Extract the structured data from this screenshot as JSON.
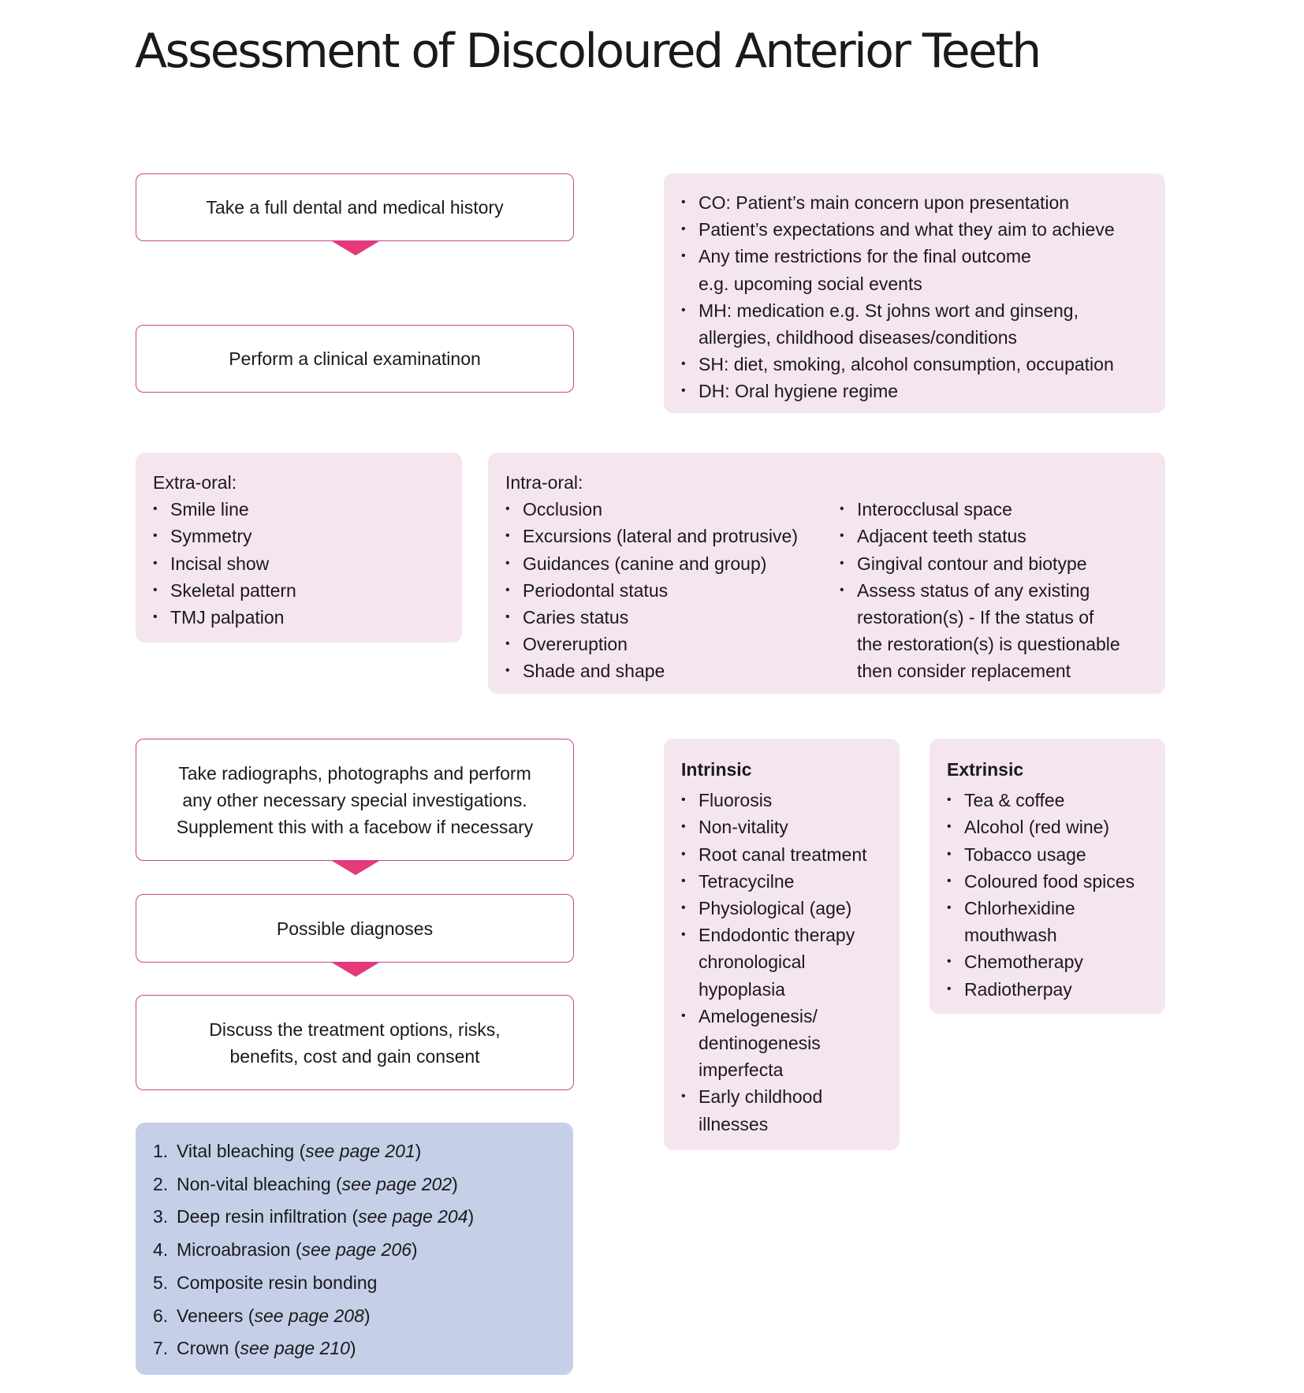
{
  "title": "Assessment of Discoloured Anterior Teeth",
  "flow": {
    "history": "Take a full dental and medical history",
    "exam": "Perform a clinical examinatinon",
    "radiographs": [
      "Take radiographs, photographs and perform",
      "any other necessary special investigations.",
      "Supplement this with a facebow if necessary"
    ],
    "diagnoses": "Possible diagnoses",
    "discuss": [
      "Discuss the treatment options, risks,",
      "benefits, cost and gain consent"
    ]
  },
  "history_details": [
    [
      "CO: Patient’s main concern upon presentation"
    ],
    [
      "Patient’s expectations and what they aim to achieve"
    ],
    [
      "Any time restrictions for the final outcome",
      "e.g. upcoming social events"
    ],
    [
      "MH: medication e.g. St johns wort and ginseng,",
      "allergies, childhood diseases/conditions"
    ],
    [
      "SH: diet, smoking, alcohol consumption, occupation"
    ],
    [
      "DH: Oral hygiene regime"
    ]
  ],
  "extra_oral": {
    "heading": "Extra-oral:",
    "items": [
      "Smile line",
      "Symmetry",
      "Incisal show",
      "Skeletal pattern",
      "TMJ palpation"
    ]
  },
  "intra_oral": {
    "heading": "Intra-oral:",
    "col1": [
      "Occlusion",
      "Excursions (lateral and protrusive)",
      "Guidances (canine and group)",
      "Periodontal status",
      "Caries status",
      "Overeruption",
      "Shade and shape"
    ],
    "col2": [
      [
        "Interocclusal space"
      ],
      [
        "Adjacent teeth status"
      ],
      [
        "Gingival contour and biotype"
      ],
      [
        "Assess status of any existing",
        "restoration(s) - If the status of",
        "the restoration(s) is questionable",
        "then consider replacement"
      ]
    ]
  },
  "intrinsic": {
    "heading": "Intrinsic",
    "items": [
      [
        "Fluorosis"
      ],
      [
        "Non-vitality"
      ],
      [
        "Root canal treatment"
      ],
      [
        "Tetracycilne"
      ],
      [
        "Physiological (age)"
      ],
      [
        "Endodontic therapy",
        "chronological",
        "hypoplasia"
      ],
      [
        "Amelogenesis/",
        "dentinogenesis",
        "imperfecta"
      ],
      [
        "Early childhood",
        "illnesses"
      ]
    ]
  },
  "extrinsic": {
    "heading": "Extrinsic",
    "items": [
      [
        "Tea & coffee"
      ],
      [
        "Alcohol (red wine)"
      ],
      [
        "Tobacco usage"
      ],
      [
        "Coloured food spices"
      ],
      [
        "Chlorhexidine",
        "mouthwash"
      ],
      [
        "Chemotherapy"
      ],
      [
        "Radiotherpay"
      ]
    ]
  },
  "treatment_options": [
    {
      "num": "1.",
      "label": "Vital bleaching (",
      "ref": "see page 201",
      "close": ")"
    },
    {
      "num": "2.",
      "label": "Non-vital bleaching (",
      "ref": "see page 202",
      "close": ")"
    },
    {
      "num": "3.",
      "label": "Deep resin infiltration (",
      "ref": "see page 204",
      "close": ")"
    },
    {
      "num": "4.",
      "label": "Microabrasion (",
      "ref": "see page 206",
      "close": ")"
    },
    {
      "num": "5.",
      "label": "Composite resin bonding",
      "ref": "",
      "close": ""
    },
    {
      "num": "6.",
      "label": "Veneers (",
      "ref": "see page 208",
      "close": ")"
    },
    {
      "num": "7.",
      "label": "Crown (",
      "ref": "see page 210",
      "close": ")"
    }
  ],
  "colors": {
    "pink_fill": "#f5e5ef",
    "blue_fill": "#c5cfe8",
    "border": "#c9438f",
    "arrow": "#e5397a"
  }
}
